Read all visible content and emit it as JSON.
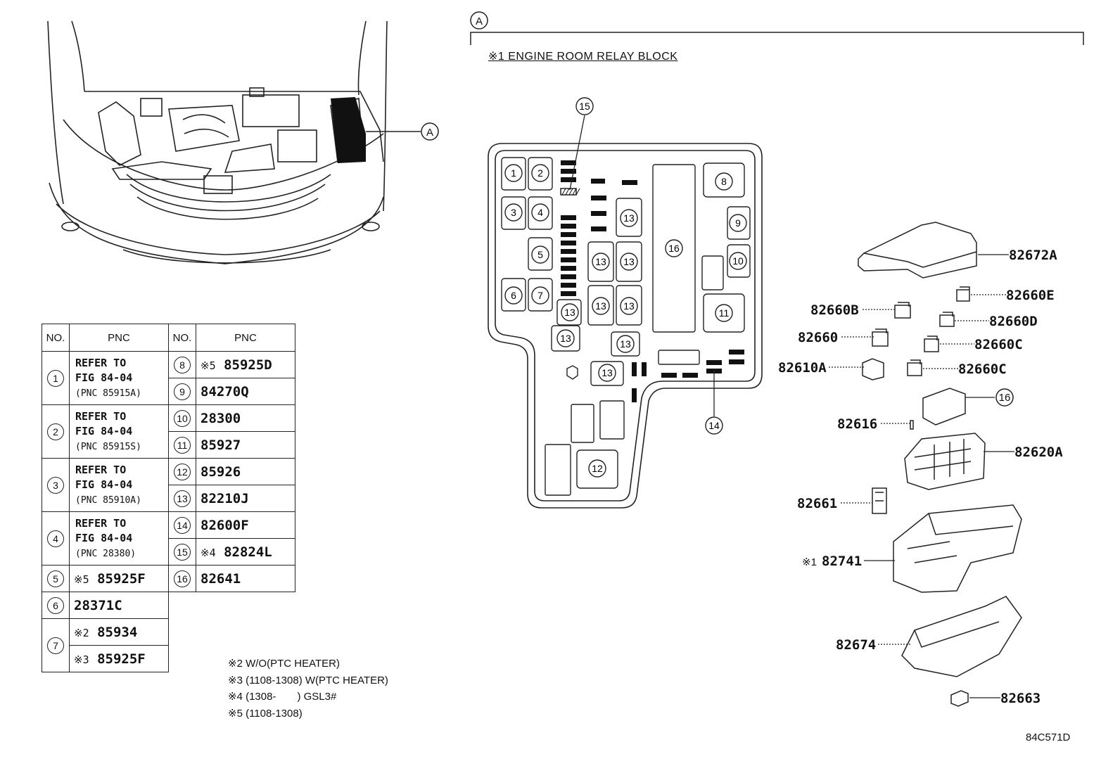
{
  "section_label": "A",
  "header_title": "※1 ENGINE ROOM RELAY BLOCK",
  "figure_code": "84C571D",
  "table": {
    "col_no": "NO.",
    "col_pnc": "PNC",
    "left_rows": [
      {
        "no": "1",
        "ref": [
          "REFER TO",
          "FIG 84-04",
          "(PNC 85915A)"
        ]
      },
      {
        "no": "2",
        "ref": [
          "REFER TO",
          "FIG 84-04",
          "(PNC 85915S)"
        ]
      },
      {
        "no": "3",
        "ref": [
          "REFER TO",
          "FIG 84-04",
          "(PNC 85910A)"
        ]
      },
      {
        "no": "4",
        "ref": [
          "REFER TO",
          "FIG 84-04",
          "(PNC 28380)"
        ]
      },
      {
        "no": "5",
        "mark": "※5",
        "pnc": "85925F"
      },
      {
        "no": "6",
        "mark": "",
        "pnc": "28371C"
      },
      {
        "no": "7",
        "sub": [
          {
            "mark": "※2",
            "pnc": "85934"
          },
          {
            "mark": "※3",
            "pnc": "85925F"
          }
        ]
      }
    ],
    "right_rows": [
      {
        "no": "8",
        "mark": "※5",
        "pnc": "85925D"
      },
      {
        "no": "9",
        "mark": "",
        "pnc": "84270Q"
      },
      {
        "no": "10",
        "mark": "",
        "pnc": "28300"
      },
      {
        "no": "11",
        "mark": "",
        "pnc": "85927"
      },
      {
        "no": "12",
        "mark": "",
        "pnc": "85926"
      },
      {
        "no": "13",
        "mark": "",
        "pnc": "82210J"
      },
      {
        "no": "14",
        "mark": "",
        "pnc": "82600F"
      },
      {
        "no": "15",
        "mark": "※4",
        "pnc": "82824L"
      },
      {
        "no": "16",
        "mark": "",
        "pnc": "82641"
      }
    ]
  },
  "notes": [
    "※2 W/O(PTC HEATER)",
    "※3 (1108-1308) W(PTC HEATER)",
    "※4 (1308-　　) GSL3#",
    "※5 (1108-1308)"
  ],
  "block_callouts": [
    "1",
    "2",
    "3",
    "4",
    "5",
    "6",
    "7",
    "8",
    "9",
    "10",
    "11",
    "12",
    "13",
    "14",
    "15",
    "16"
  ],
  "parts": {
    "p82672A": "82672A",
    "p82660E": "82660E",
    "p82660B": "82660B",
    "p82660D": "82660D",
    "p82660": "82660",
    "p82660C_1": "82660C",
    "p82610A": "82610A",
    "p82660C_2": "82660C",
    "p16": "16",
    "p82616": "82616",
    "p82620A": "82620A",
    "p82661": "82661",
    "p82741_mark": "※1",
    "p82741": "82741",
    "p82674": "82674",
    "p82663": "82663"
  }
}
